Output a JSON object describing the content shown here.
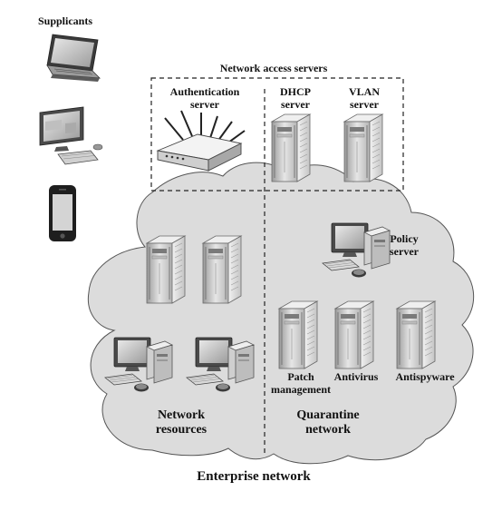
{
  "labels": {
    "supplicants": "Supplicants",
    "network_access_servers": "Network access servers",
    "authentication_server": "Authentication\nserver",
    "dhcp_server": "DHCP\nserver",
    "vlan_server": "VLAN\nserver",
    "policy_server": "Policy\nserver",
    "patch_management": "Patch\nmanagement",
    "antivirus": "Antivirus",
    "antispyware": "Antispyware",
    "network_resources": "Network\nresources",
    "quarantine_network": "Quarantine\nnetwork",
    "enterprise_network": "Enterprise network"
  },
  "icons": {
    "supplicants": [
      "laptop-icon",
      "desktop-computer-icon",
      "smartphone-icon"
    ],
    "authentication_server": "wireless-router-icon",
    "servers": "tower-server-icon",
    "workstations": "workstation-icon"
  },
  "colors": {
    "cloud_fill": "#dcdcdc",
    "cloud_stroke": "#555555",
    "server_body": "#d8d8d8",
    "server_dark": "#8f8f8f",
    "text": "#111111"
  }
}
